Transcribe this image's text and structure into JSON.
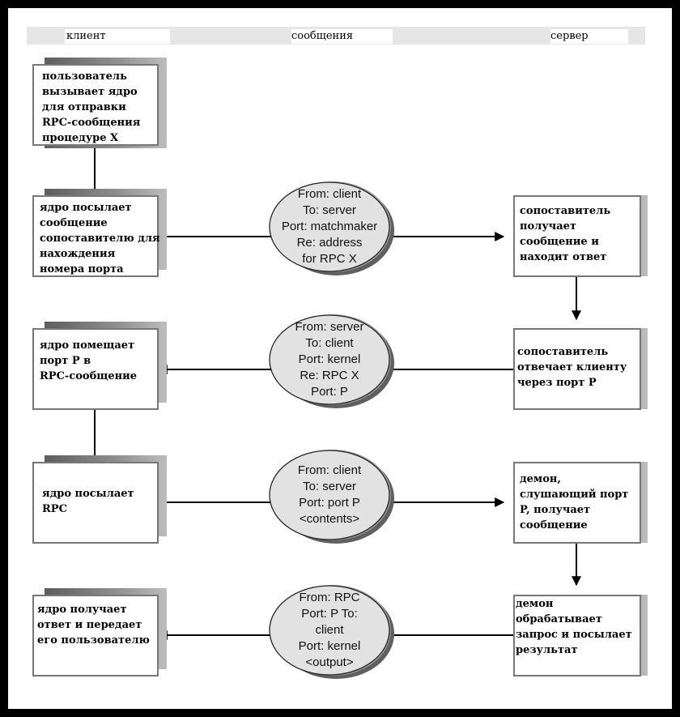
{
  "header": {
    "client": "клиент",
    "messages": "сообщения",
    "server": "сервер"
  },
  "client_boxes": [
    {
      "text": "пользователь\nвызывает ядро\nдля отправки\nRPC-сообщения\nпроцедуре X"
    },
    {
      "text": "ядро посылает\nсообщение\nсопоставителю для\nнахождения\nномера порта"
    },
    {
      "text": "ядро помещает\nпорт P в\nRPC-сообщение"
    },
    {
      "text": "ядро посылает\nRPC"
    },
    {
      "text": "ядро получает\nответ и передает\nего пользователю"
    }
  ],
  "server_boxes": [
    {
      "text": "сопоставитель\nполучает\nсообщение и\nнаходит ответ"
    },
    {
      "text": "сопоставитель\nотвечает клиенту\nчерез порт P"
    },
    {
      "text": "демон,\nслушающий порт\nP, получает\nсообщение"
    },
    {
      "text": "демон\nобрабатывает\nзапрос и посылает\nрезультат"
    }
  ],
  "messages": [
    {
      "lines": [
        "From: client",
        "To: server",
        "Port: matchmaker",
        "Re: address",
        "for RPC X"
      ]
    },
    {
      "lines": [
        "From: server",
        "To: client",
        "Port: kernel",
        "Re: RPC X",
        "Port: P"
      ]
    },
    {
      "lines": [
        "From: client",
        "To: server",
        "Port: port P",
        "<contents>"
      ]
    },
    {
      "lines": [
        "From: RPC",
        "Port: P To:",
        "client",
        "Port: kernel",
        "<output>"
      ]
    }
  ]
}
